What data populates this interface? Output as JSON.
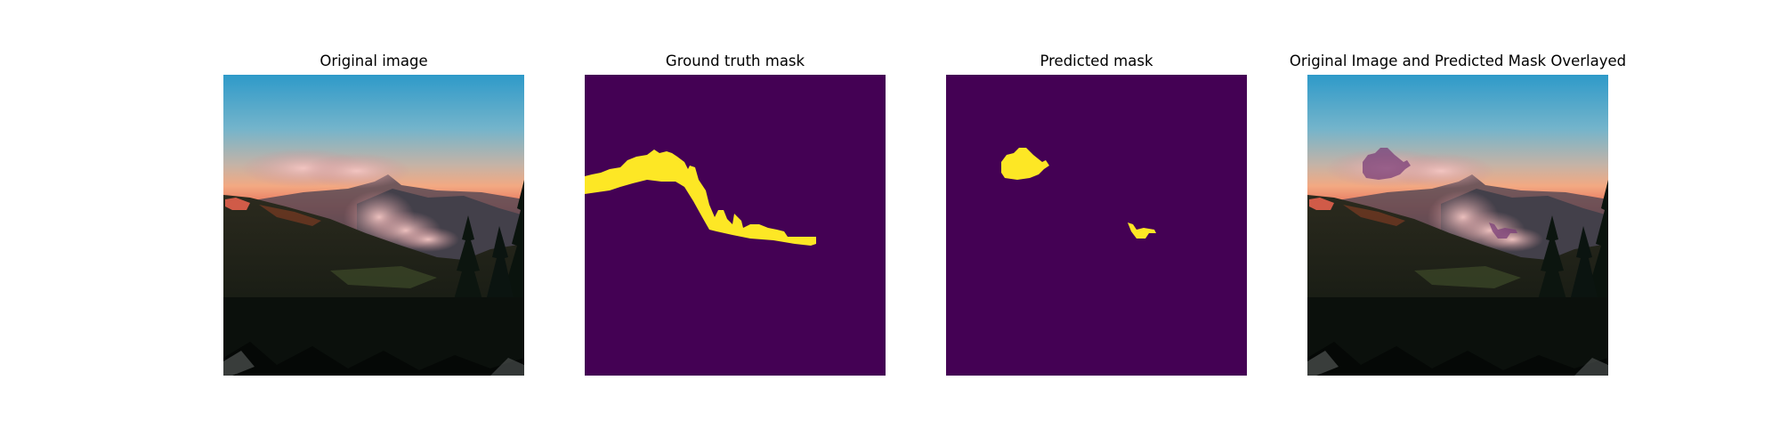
{
  "panels": [
    {
      "title": "Original image"
    },
    {
      "title": "Ground truth mask"
    },
    {
      "title": "Predicted mask"
    },
    {
      "title": "Original Image and Predicted Mask Overlayed"
    }
  ],
  "colors": {
    "mask_background": "#440154",
    "mask_foreground": "#fde725",
    "overlay_tint": "#7b3f78"
  },
  "scene": "forest wildfire smoke at sunset"
}
